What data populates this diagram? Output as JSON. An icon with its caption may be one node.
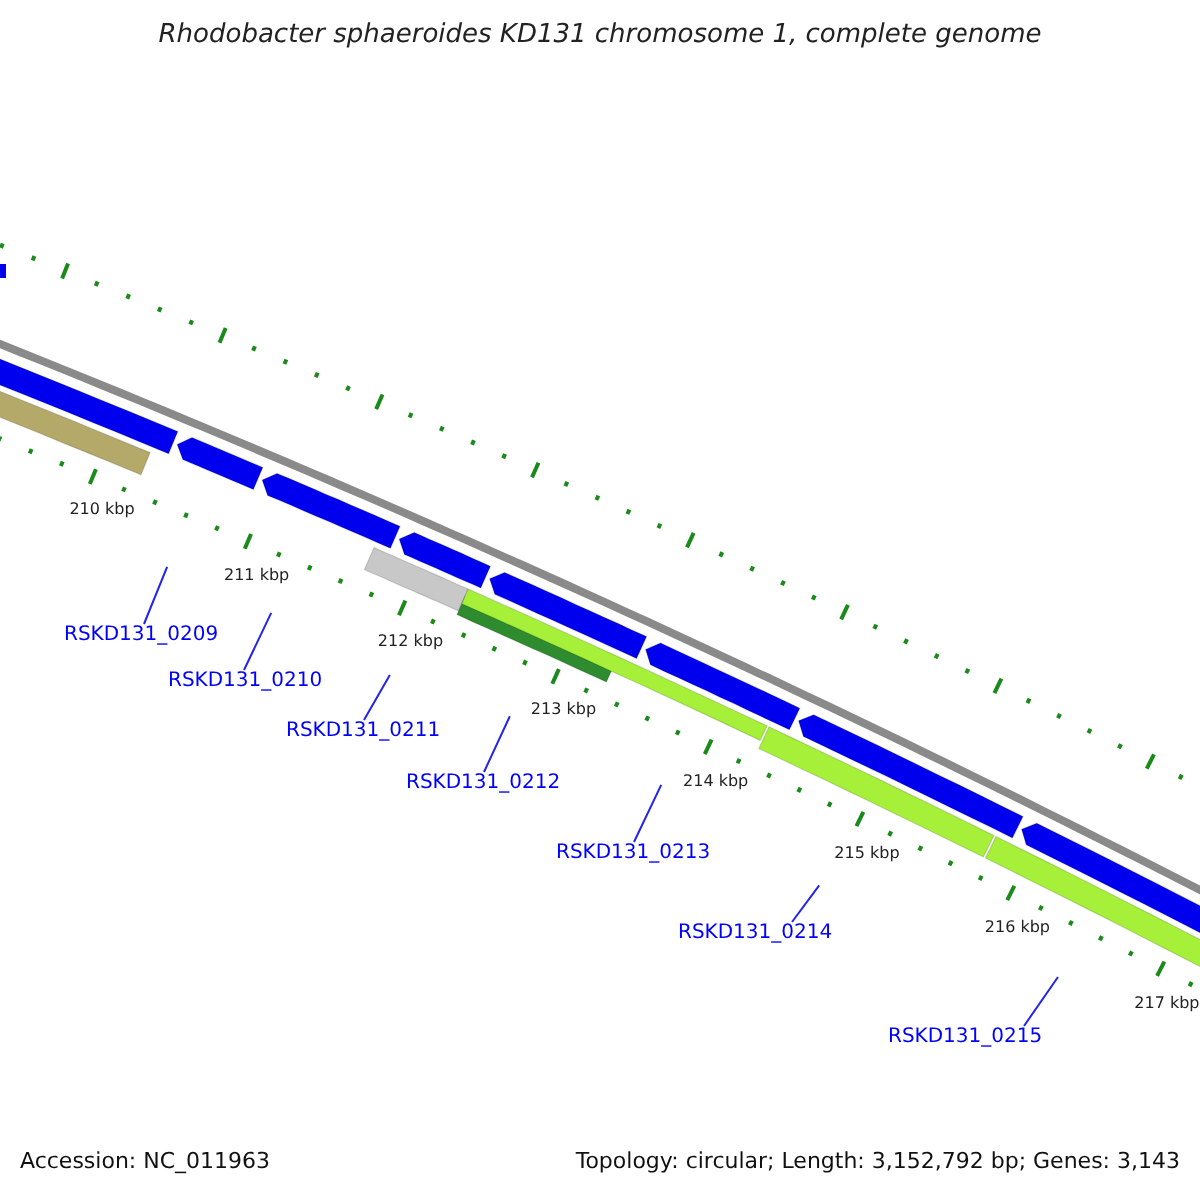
{
  "diagram": {
    "title": "Rhodobacter sphaeroides KD131 chromosome 1, complete genome",
    "nodes": [
      {
        "text": [
          "RSKD131_0209"
        ]
      },
      {
        "text": [
          "RSKD131_0210"
        ]
      },
      {
        "text": [
          "RSKD131_0211"
        ]
      },
      {
        "text": [
          "RSKD131_0212"
        ]
      },
      {
        "text": [
          "RSKD131_0213"
        ]
      },
      {
        "text": [
          "RSKD131_0214"
        ]
      },
      {
        "text": [
          "RSKD131_0215"
        ]
      }
    ],
    "edges": [
      {
        "from": 0,
        "to": null,
        "arrow": "none"
      },
      {
        "from": 1,
        "to": null,
        "arrow": "none"
      },
      {
        "from": 2,
        "to": null,
        "arrow": "none"
      },
      {
        "from": 3,
        "to": null,
        "arrow": "none"
      },
      {
        "from": 4,
        "to": null,
        "arrow": "none"
      },
      {
        "from": 5,
        "to": null,
        "arrow": "none"
      },
      {
        "from": 6,
        "to": null,
        "arrow": "none"
      }
    ],
    "labels": [
      "210 kbp",
      "211 kbp",
      "212 kbp",
      "213 kbp",
      "214 kbp",
      "215 kbp",
      "216 kbp",
      "217 kbp",
      "Accession: NC_011963",
      "Topology: circular; Length: 3,152,792 bp; Genes: 3,143"
    ]
  }
}
